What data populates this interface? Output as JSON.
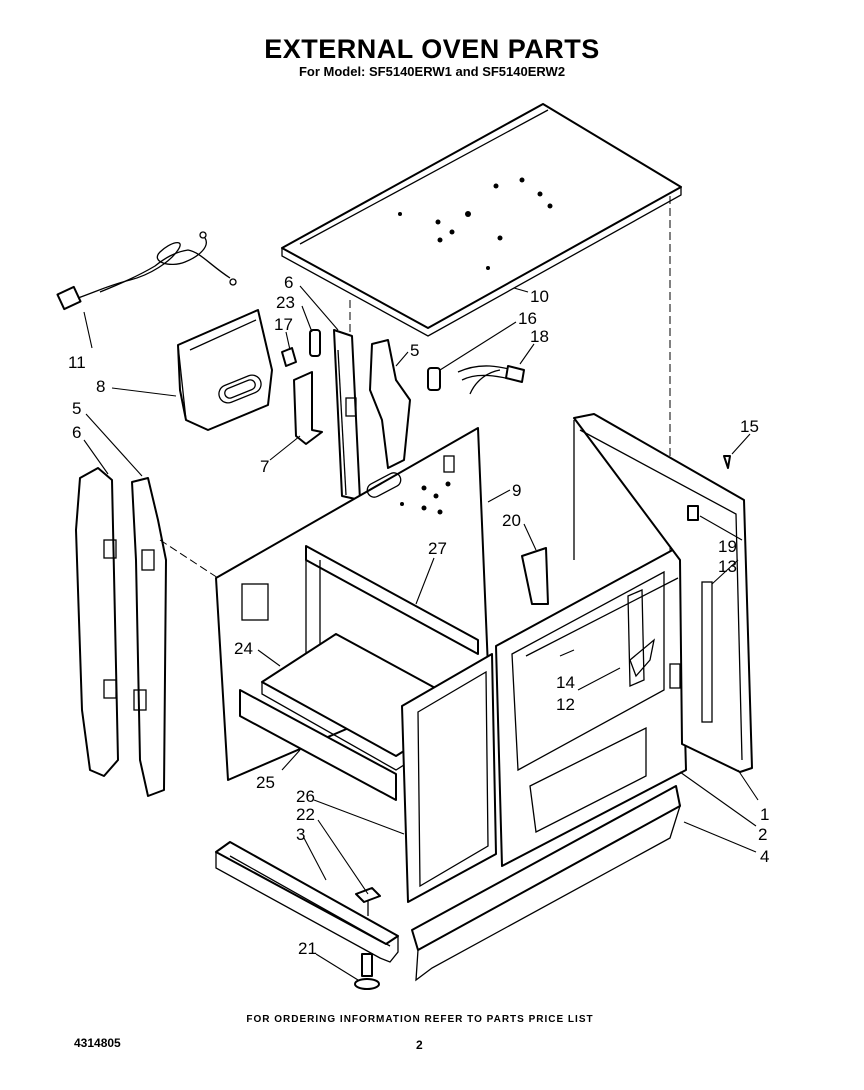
{
  "header": {
    "title": "EXTERNAL OVEN PARTS",
    "subtitle": "For Model: SF5140ERW1 and SF5140ERW2"
  },
  "footer": {
    "ordering_note": "FOR ORDERING INFORMATION REFER TO PARTS PRICE LIST",
    "document_number": "4314805",
    "page_number": "2"
  },
  "callouts": [
    {
      "id": "c1",
      "label": "1"
    },
    {
      "id": "c2",
      "label": "2"
    },
    {
      "id": "c3",
      "label": "3"
    },
    {
      "id": "c4",
      "label": "4"
    },
    {
      "id": "c5a",
      "label": "5"
    },
    {
      "id": "c5b",
      "label": "5"
    },
    {
      "id": "c6a",
      "label": "6"
    },
    {
      "id": "c6b",
      "label": "6"
    },
    {
      "id": "c7",
      "label": "7"
    },
    {
      "id": "c8",
      "label": "8"
    },
    {
      "id": "c9",
      "label": "9"
    },
    {
      "id": "c10",
      "label": "10"
    },
    {
      "id": "c11",
      "label": "11"
    },
    {
      "id": "c12",
      "label": "12"
    },
    {
      "id": "c13",
      "label": "13"
    },
    {
      "id": "c14",
      "label": "14"
    },
    {
      "id": "c15",
      "label": "15"
    },
    {
      "id": "c16",
      "label": "16"
    },
    {
      "id": "c17",
      "label": "17"
    },
    {
      "id": "c18",
      "label": "18"
    },
    {
      "id": "c19",
      "label": "19"
    },
    {
      "id": "c20",
      "label": "20"
    },
    {
      "id": "c21",
      "label": "21"
    },
    {
      "id": "c22",
      "label": "22"
    },
    {
      "id": "c23",
      "label": "23"
    },
    {
      "id": "c24",
      "label": "24"
    },
    {
      "id": "c25",
      "label": "25"
    },
    {
      "id": "c26",
      "label": "26"
    },
    {
      "id": "c27",
      "label": "27"
    }
  ]
}
